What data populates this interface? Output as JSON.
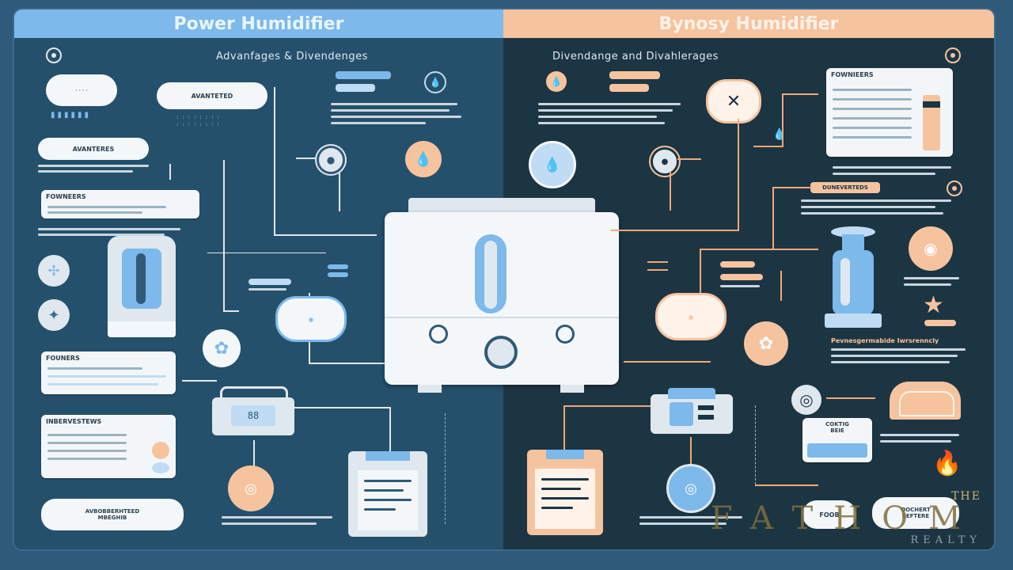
{
  "header": {
    "left_title": "Power Humidifier",
    "right_title": "Bynosy Humidifier"
  },
  "subheadings": {
    "left": "Advanfages & Divendenges",
    "right": "Divendange and Divahlerages"
  },
  "labels": {
    "left_cloud_top": "AVANTETED",
    "left_cloud_tag": "AVANTERES",
    "left_card_1": "FOWNEERS",
    "left_card_2": "FOUNERS",
    "left_card_3": "INBERVESTEWS",
    "left_cloud_bottom": "AVBOBBERHTEED\nMBEGHIB",
    "right_pill": "DUNEVERTEDS",
    "right_card_top": "FOWNIEERS",
    "right_note": "Pevnesgermabide Iwrsrenncly",
    "right_card_small": "COKTIG\nBEIE",
    "right_cloud_1": "FOOB",
    "right_cloud_2": "OOCHERT\nSEFTERE"
  },
  "lcd_value": "88",
  "watermark": {
    "line1": "THE",
    "line2": "FATHOM",
    "line3": "REALTY"
  },
  "colors": {
    "blue_accent": "#7db9ea",
    "peach_accent": "#f6c39f",
    "dark_left": "#25506b",
    "dark_right": "#1c3542"
  },
  "icons": [
    "target-icon",
    "cloud-icon",
    "rain-icon",
    "drop-icon",
    "fan-icon",
    "gauge-icon",
    "lcd-device-icon",
    "clipboard-icon",
    "x-icon",
    "star-icon",
    "flame-icon",
    "swirl-icon",
    "heater-icon",
    "humidifier-icon"
  ]
}
